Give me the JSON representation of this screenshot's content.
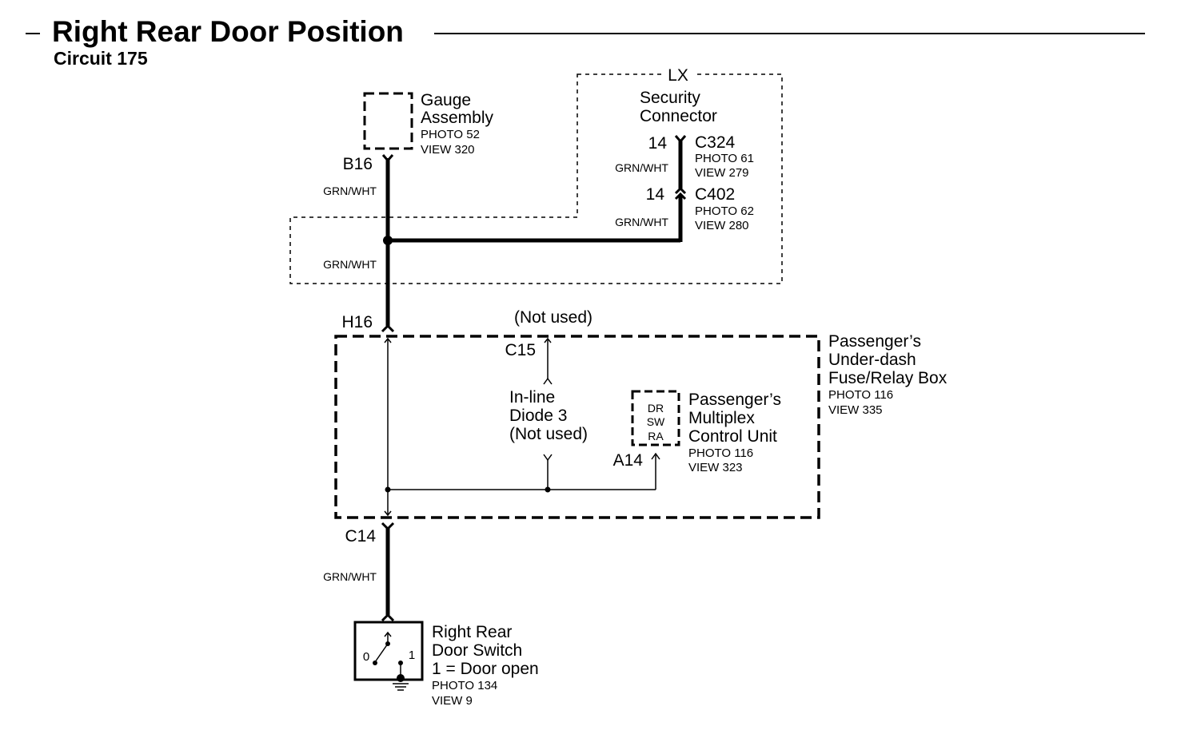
{
  "title": "Right Rear Door Position",
  "subtitle": "Circuit 175",
  "gauge": {
    "name_l1": "Gauge",
    "name_l2": "Assembly",
    "photo": "PHOTO 52",
    "view": "VIEW 320",
    "pin": "B16"
  },
  "lx": {
    "label": "LX",
    "name_l1": "Security",
    "name_l2": "Connector",
    "c324": {
      "pin": "14",
      "name": "C324",
      "photo": "PHOTO 61",
      "view": "VIEW 279"
    },
    "c402": {
      "pin": "14",
      "name": "C402",
      "photo": "PHOTO 62",
      "view": "VIEW 280"
    }
  },
  "wires": {
    "w1": "GRN/WHT",
    "w2": "GRN/WHT",
    "w3": "GRN/WHT",
    "w4": "GRN/WHT",
    "w5": "GRN/WHT"
  },
  "fusebox": {
    "name_l1": "Passenger’s",
    "name_l2": "Under-dash",
    "name_l3": "Fuse/Relay Box",
    "photo": "PHOTO 116",
    "view": "VIEW 335",
    "pin_h16": "H16",
    "pin_c15": "C15",
    "not_used": "(Not used)",
    "pin_c14": "C14",
    "diode_l1": "In-line",
    "diode_l2": "Diode 3",
    "diode_l3": "(Not used)"
  },
  "mpcu": {
    "name_l1": "Passenger’s",
    "name_l2": "Multiplex",
    "name_l3": "Control Unit",
    "photo": "PHOTO 116",
    "view": "VIEW 323",
    "pin": "A14",
    "tags": [
      "DR",
      "SW",
      "RA"
    ]
  },
  "switch": {
    "name_l1": "Right Rear",
    "name_l2": "Door Switch",
    "name_l3": "1 = Door open",
    "photo": "PHOTO 134",
    "view": "VIEW 9",
    "pos0": "0",
    "pos1": "1"
  }
}
